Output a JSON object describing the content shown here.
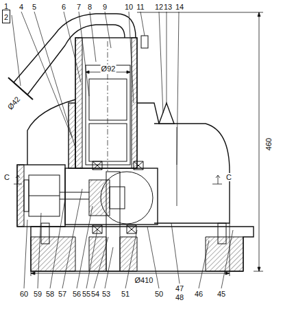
{
  "diagram": {
    "nodes": [
      {
        "text": [
          "2"
        ]
      }
    ],
    "labels": [
      "1",
      "4",
      "5",
      "6",
      "7",
      "8",
      "9",
      "10",
      "11",
      "12",
      "13",
      "14",
      "60",
      "59",
      "58",
      "57",
      "56",
      "55",
      "54",
      "53",
      "51",
      "50",
      "47",
      "48",
      "46",
      "45",
      "Ø42",
      "Ø92",
      "460",
      "Ø410",
      "C",
      "C"
    ]
  }
}
